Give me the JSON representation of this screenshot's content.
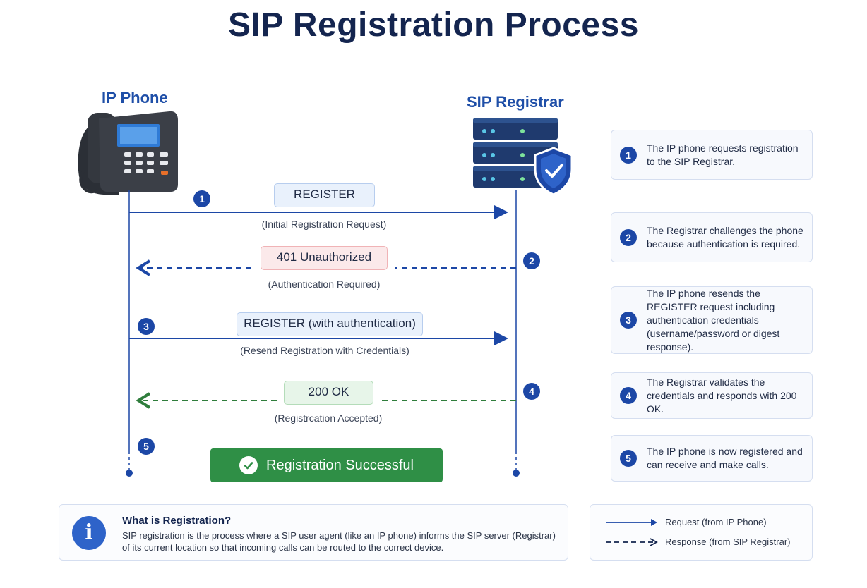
{
  "title": "SIP Registration Process",
  "actors": {
    "phone": "IP Phone",
    "registrar": "SIP Registrar"
  },
  "messages": [
    {
      "step": "1",
      "label": "REGISTER",
      "caption": "(Initial Registration Request)",
      "direction": "request"
    },
    {
      "step": "2",
      "label": "401 Unauthorized",
      "caption": "(Authentication Required)",
      "direction": "response",
      "color": "#1c47a6"
    },
    {
      "step": "3",
      "label": "REGISTER (with authentication)",
      "caption": "(Resend Registration with Credentials)",
      "direction": "request"
    },
    {
      "step": "4",
      "label": "200 OK",
      "caption": "(Registrcation Accepted)",
      "direction": "response",
      "color": "#2f7d3c"
    }
  ],
  "final_step": "5",
  "success_label": "Registration Successful",
  "steps": [
    {
      "num": "1",
      "text": "The IP phone requests registration to the SIP Registrar."
    },
    {
      "num": "2",
      "text": "The Registrar challenges the phone because authentication is required."
    },
    {
      "num": "3",
      "text": "The IP phone resends the REGISTER request including authentication credentials (username/password or digest response)."
    },
    {
      "num": "4",
      "text": "The Registrar validates the credentials and responds with 200 OK."
    },
    {
      "num": "5",
      "text": "The IP phone is now registered and can receive and make calls."
    }
  ],
  "info": {
    "icon": "info-icon",
    "title": "What is Registration?",
    "text": "SIP registration is the process where a SIP user agent (like an IP phone) informs the SIP server (Registrar) of its current location so that incoming calls can be routed to the correct device."
  },
  "legend": {
    "request": "Request (from IP Phone)",
    "response": "Response (from SIP Registrar)"
  },
  "colors": {
    "request": "#1c47a6",
    "response_error": "#1c47a6",
    "response_ok": "#2f7d3c",
    "success": "#2f8f46"
  }
}
